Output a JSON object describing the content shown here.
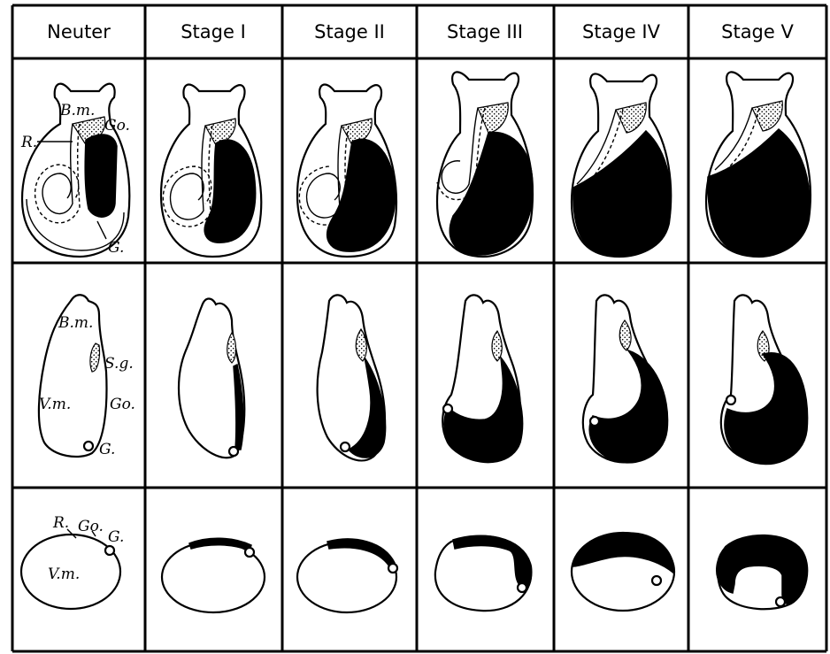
{
  "columns": [
    {
      "key": "neuter",
      "label": "Neuter"
    },
    {
      "key": "stage1",
      "label": "Stage I"
    },
    {
      "key": "stage2",
      "label": "Stage II"
    },
    {
      "key": "stage3",
      "label": "Stage III"
    },
    {
      "key": "stage4",
      "label": "Stage IV"
    },
    {
      "key": "stage5",
      "label": "Stage V"
    }
  ],
  "rows": [
    {
      "key": "row-1",
      "labels": [
        "B.m.",
        "Go.",
        "R.",
        "G."
      ]
    },
    {
      "key": "row-2",
      "labels": [
        "B.m.",
        "S.g.",
        "V.m.",
        "Go.",
        "G."
      ]
    },
    {
      "key": "row-3",
      "labels": [
        "R.",
        "Go.",
        "G.",
        "V.m."
      ]
    }
  ],
  "colors": {
    "ink": "#000000",
    "paper": "#ffffff"
  }
}
